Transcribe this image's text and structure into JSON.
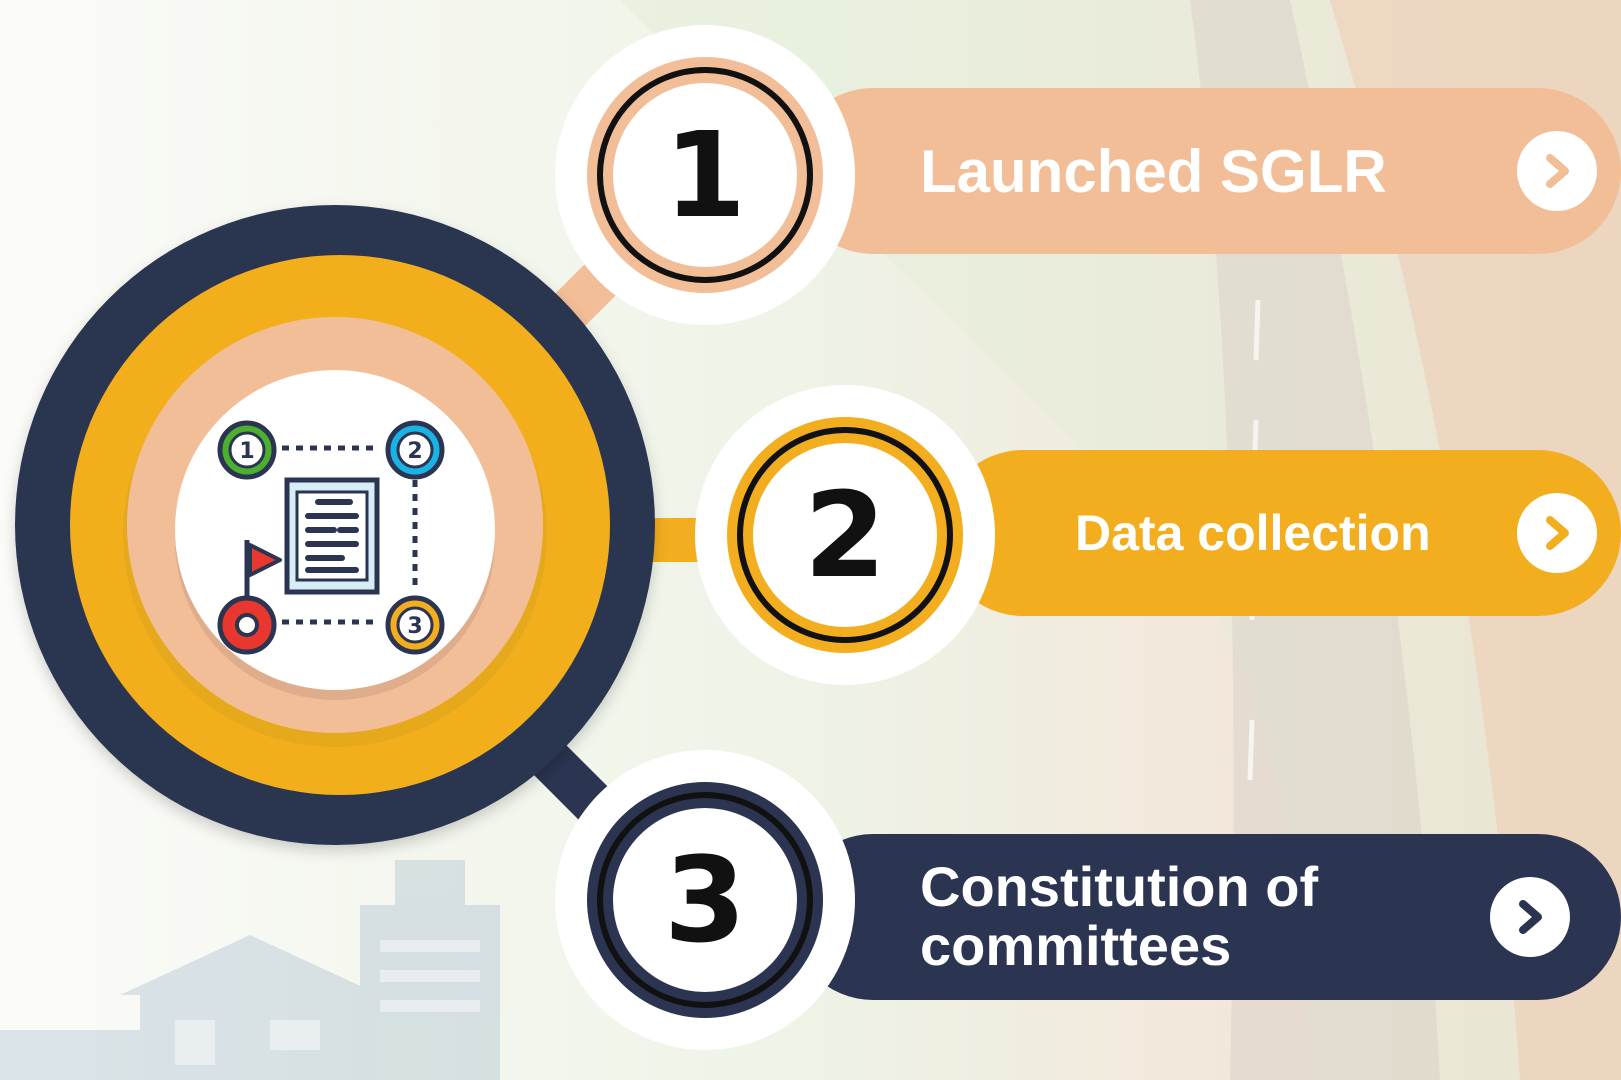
{
  "colors": {
    "peach": "#f2be98",
    "orange": "#f3ae1f",
    "navy": "#2b3450",
    "white": "#ffffff",
    "ink": "#111111"
  },
  "icon": {
    "name": "roadmap-document-icon",
    "markers": [
      "1",
      "2",
      "3"
    ]
  },
  "steps": [
    {
      "number": "1",
      "label": "Launched SGLR",
      "color": "peach"
    },
    {
      "number": "2",
      "label": "Data collection",
      "color": "orange"
    },
    {
      "number": "3",
      "label": "Constitution of committees",
      "color": "navy"
    }
  ]
}
